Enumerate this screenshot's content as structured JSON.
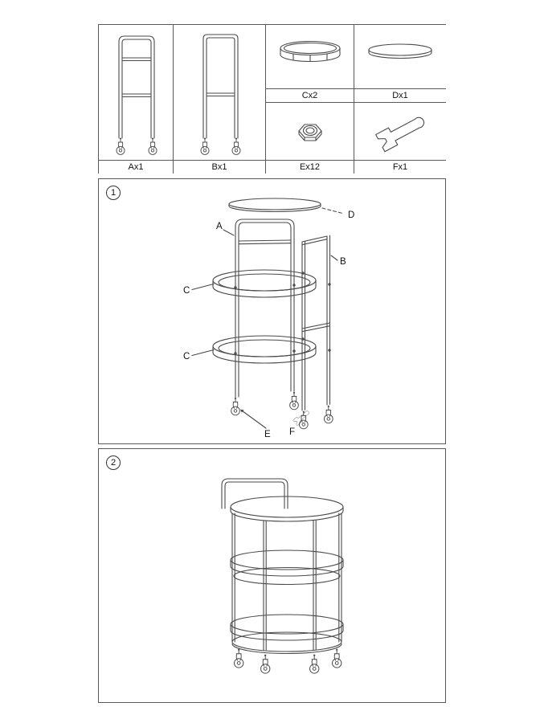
{
  "document": {
    "kind": "assembly-instruction-sheet",
    "product": "three-tier round rolling cart"
  },
  "colors": {
    "background": "#ffffff",
    "line": "#4a4a4a",
    "border": "#5a5a5a",
    "text": "#111111"
  },
  "parts_table": {
    "items": [
      {
        "code": "A",
        "qty_label": "Ax1",
        "icon": "handle-frame-icon"
      },
      {
        "code": "B",
        "qty_label": "Bx1",
        "icon": "side-frame-icon"
      },
      {
        "code": "C",
        "qty_label": "Cx2",
        "icon": "ring-shelf-icon"
      },
      {
        "code": "D",
        "qty_label": "Dx1",
        "icon": "oval-top-icon"
      },
      {
        "code": "E",
        "qty_label": "Ex12",
        "icon": "hex-nut-icon"
      },
      {
        "code": "F",
        "qty_label": "Fx1",
        "icon": "wrench-icon"
      }
    ]
  },
  "step1": {
    "number": "1",
    "callouts": {
      "A": "A",
      "B": "B",
      "C_upper": "C",
      "C_lower": "C",
      "D": "D",
      "E": "E",
      "F": "F"
    }
  },
  "step2": {
    "number": "2"
  }
}
